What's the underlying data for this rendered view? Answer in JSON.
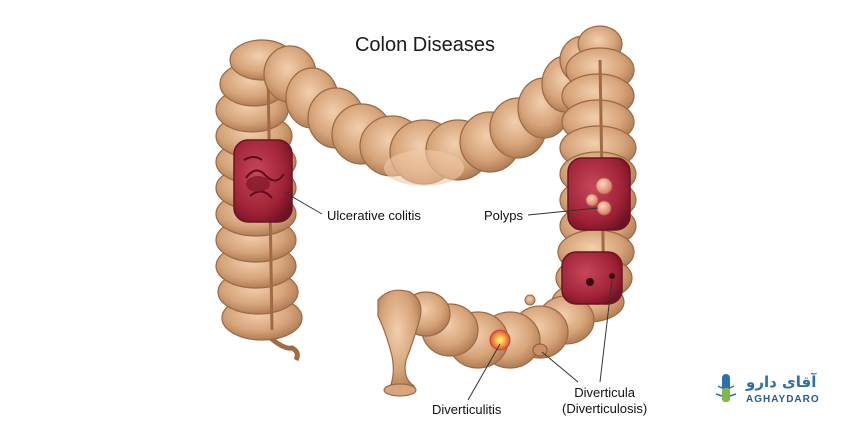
{
  "title": "Colon Diseases",
  "labels": {
    "ulcerative_colitis": "Ulcerative colitis",
    "polyps": "Polyps",
    "diverticulitis": "Diverticulitis",
    "diverticula_line1": "Diverticula",
    "diverticula_line2": "(Diverticulosis)"
  },
  "logo": {
    "text_fa": "آقای دارو",
    "text_en": "AGHAYDARO"
  },
  "colors": {
    "colon_fill": "#d6a47a",
    "colon_shade": "#b98258",
    "colon_outline": "#9a6a45",
    "inflamed": "#a8283a",
    "inflamed_dark": "#7a1526",
    "polyp": "#e8a08a",
    "logo_blue": "#2d6fa8"
  }
}
